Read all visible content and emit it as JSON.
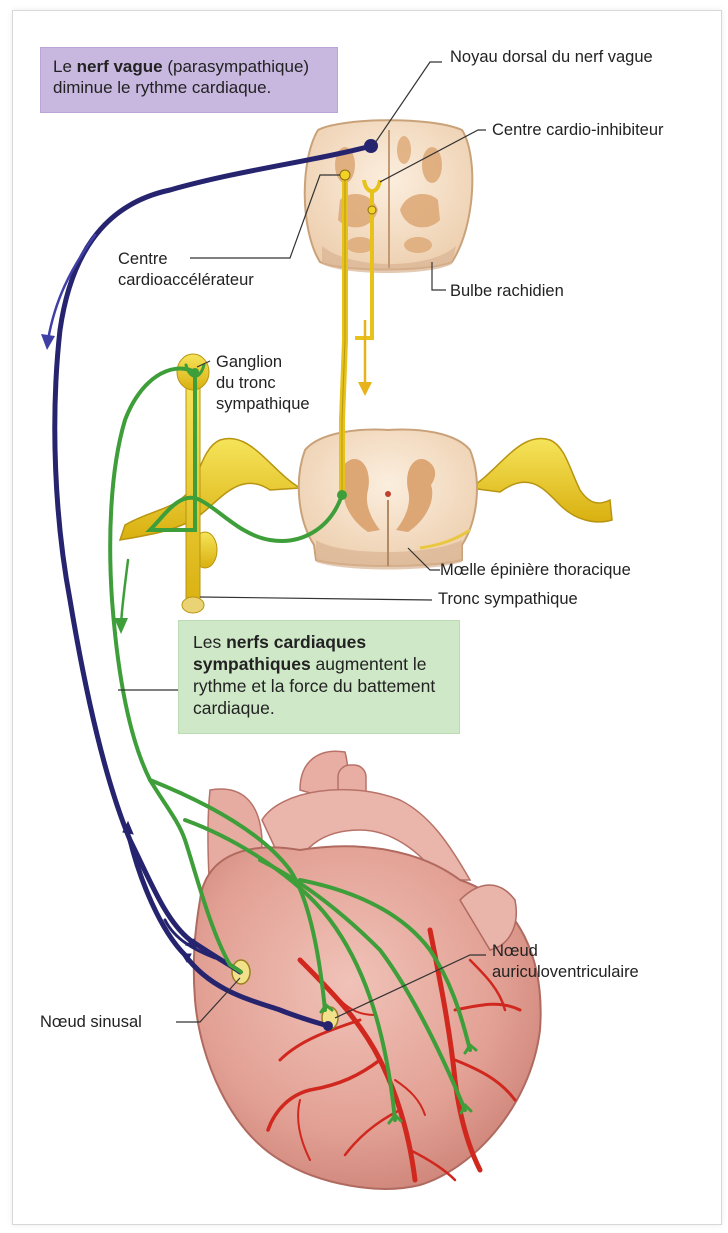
{
  "vagus_box": {
    "prefix": "Le ",
    "bold": "nerf vague",
    "rest": " (parasympathique) diminue le rythme cardiaque."
  },
  "sympathetic_box": {
    "prefix": "Les ",
    "bold": "nerfs cardiaques sympathiques",
    "rest": " augmentent le rythme et la force du battement cardiaque."
  },
  "labels": {
    "dorsal_nucleus": "Noyau dorsal du nerf vague",
    "cardio_inhibitory": "Centre cardio-inhibiteur",
    "cardio_accelerator": "Centre\ncardioaccélérateur",
    "medulla": "Bulbe rachidien",
    "ganglion": "Ganglion\ndu tronc\nsympathique",
    "spinal_cord": "Mœlle épinière thoracique",
    "sympathetic_trunk": "Tronc sympathique",
    "av_node": "Nœud\nauriculoventriculaire",
    "sa_node": "Nœud sinusal"
  },
  "colors": {
    "vagus": "#26246e",
    "sympathetic": "#3e9e3a",
    "nerve_yellow": "#e8c81e",
    "cord_tissue": "#f3dcbe",
    "grey_matter": "#dca774",
    "heart": "#e7a89e",
    "vessels": "#d0281e"
  }
}
